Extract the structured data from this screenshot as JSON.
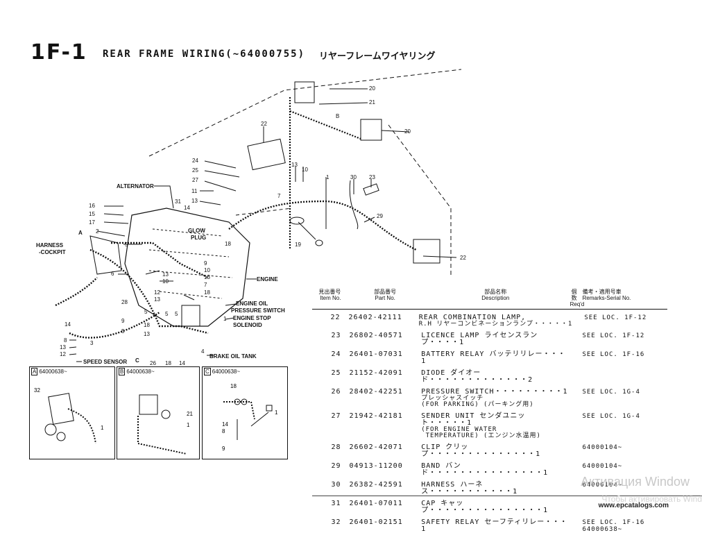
{
  "header": {
    "code": "1F-1",
    "title": "REAR FRAME WIRING(~64000755)",
    "title_jp": "リヤーフレームワイヤリング"
  },
  "diagram": {
    "callouts": [
      "1",
      "2",
      "3",
      "4",
      "5",
      "6",
      "7",
      "8",
      "9",
      "10",
      "11",
      "12",
      "13",
      "14",
      "15",
      "16",
      "17",
      "18",
      "19",
      "20",
      "21",
      "22",
      "23",
      "24",
      "25",
      "26",
      "27",
      "28",
      "29",
      "30",
      "31"
    ],
    "labels": {
      "alternator": "ALTERNATOR",
      "harness_cockpit": "HARNESS\n-COCKPIT",
      "glow_plug": "GLOW\nPLUG",
      "engine": "ENGINE",
      "engine_oil_pressure_switch": "ENGINE OIL\nPRESSURE SWITCH",
      "engine_stop_solenoid": "ENGINE STOP\nSOLENOID",
      "speed_sensor": "SPEED SENSOR",
      "brake_oil_tank": "BRAKE OIL TANK",
      "view_a": "A",
      "view_b": "B",
      "view_c": "C"
    },
    "insets": [
      {
        "tag": "A",
        "serial": "64000638~",
        "callouts": [
          "32",
          "1"
        ]
      },
      {
        "tag": "B",
        "serial": "64000638~",
        "callouts": [
          "21",
          "1"
        ]
      },
      {
        "tag": "C",
        "serial": "64000638~",
        "callouts": [
          "18",
          "14",
          "8",
          "9",
          "1"
        ]
      }
    ]
  },
  "parts_table": {
    "headers": {
      "item_jp": "見出番号",
      "item": "Item No.",
      "part_jp": "部品番号",
      "part": "Part No.",
      "desc_jp": "部品名称",
      "desc": "Description",
      "req_jp": "個数",
      "req": "Req'd",
      "rem_jp": "備考・適用号車",
      "rem": "Remarks-Serial No."
    },
    "rows": [
      {
        "item": "22",
        "part": "26402-42111",
        "desc": "REAR COMBINATION LAMP,",
        "sub": "R.H リヤーコンビネーションランプ・・・・・1",
        "req": "",
        "remarks": "SEE LOC. 1F-12"
      },
      {
        "item": "23",
        "part": "26802-40571",
        "desc": "LICENCE LAMP ライセンスランプ・・・・1",
        "sub": "",
        "req": "",
        "remarks": "SEE LOC. 1F-12"
      },
      {
        "item": "24",
        "part": "26401-07031",
        "desc": "BATTERY RELAY バッテリリレー・・・1",
        "sub": "",
        "req": "",
        "remarks": "SEE LOC. 1F-16"
      },
      {
        "item": "25",
        "part": "21152-42091",
        "desc": "DIODE ダイオード・・・・・・・・・・・・・2",
        "sub": "",
        "req": "",
        "remarks": ""
      },
      {
        "item": "26",
        "part": "28402-42251",
        "desc": "PRESSURE SWITCH・・・・・・・・・1",
        "sub": "プレッシャスイッチ\n(FOR PARKING) (パーキング用)",
        "req": "",
        "remarks": "SEE LOC. 1G-4"
      },
      {
        "item": "27",
        "part": "21942-42181",
        "desc": "SENDER UNIT センダユニット・・・・・1",
        "sub": "(FOR ENGINE WATER\n TEMPERATURE) (エンジン水温用)",
        "req": "",
        "remarks": "SEE LOC. 1G-4"
      },
      {
        "item": "28",
        "part": "26602-42071",
        "desc": "CLIP クリップ・・・・・・・・・・・・・・1",
        "sub": "",
        "req": "",
        "remarks": "64000104~"
      },
      {
        "item": "29",
        "part": "04913-11200",
        "desc": "BAND バンド・・・・・・・・・・・・・・・1",
        "sub": "",
        "req": "",
        "remarks": "64000104~"
      },
      {
        "item": "30",
        "part": "26382-42591",
        "desc": "HARNESS ハーネス・・・・・・・・・・・1",
        "sub": "",
        "req": "",
        "remarks": "64000104~"
      },
      {
        "item": "31",
        "part": "26401-07011",
        "desc": "CAP キャップ・・・・・・・・・・・・・・・1",
        "sub": "",
        "req": "",
        "remarks": ""
      },
      {
        "item": "32",
        "part": "26401-02151",
        "desc": "SAFETY RELAY セーフティリレー・・・1",
        "sub": "",
        "req": "",
        "remarks": "SEE LOC. 1F-16\n64000638~"
      }
    ]
  },
  "overlay": {
    "watermark": "Активация Window",
    "watermark_line2": "Чтобы активировать Wind",
    "site": "www.epcatalogs.com"
  }
}
